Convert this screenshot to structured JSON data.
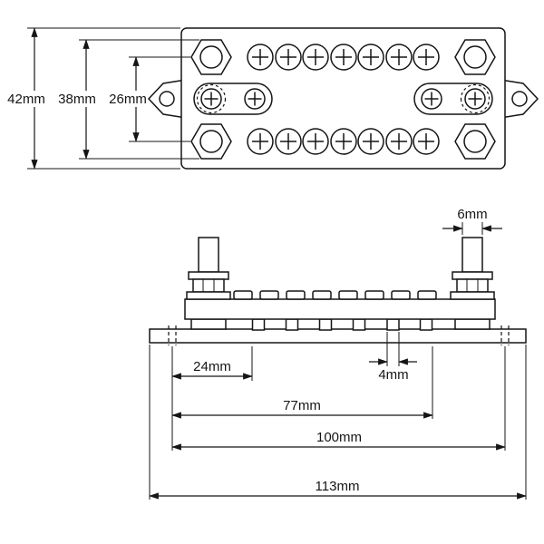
{
  "top_view": {
    "dim_height_outer": "42mm",
    "dim_height_mid": "38mm",
    "dim_height_inner": "26mm"
  },
  "side_view": {
    "dim_stud": "6mm",
    "dim_offset": "24mm",
    "dim_pin": "4mm",
    "dim_span_mid": "77mm",
    "dim_span_holes": "100mm",
    "dim_overall": "113mm"
  }
}
